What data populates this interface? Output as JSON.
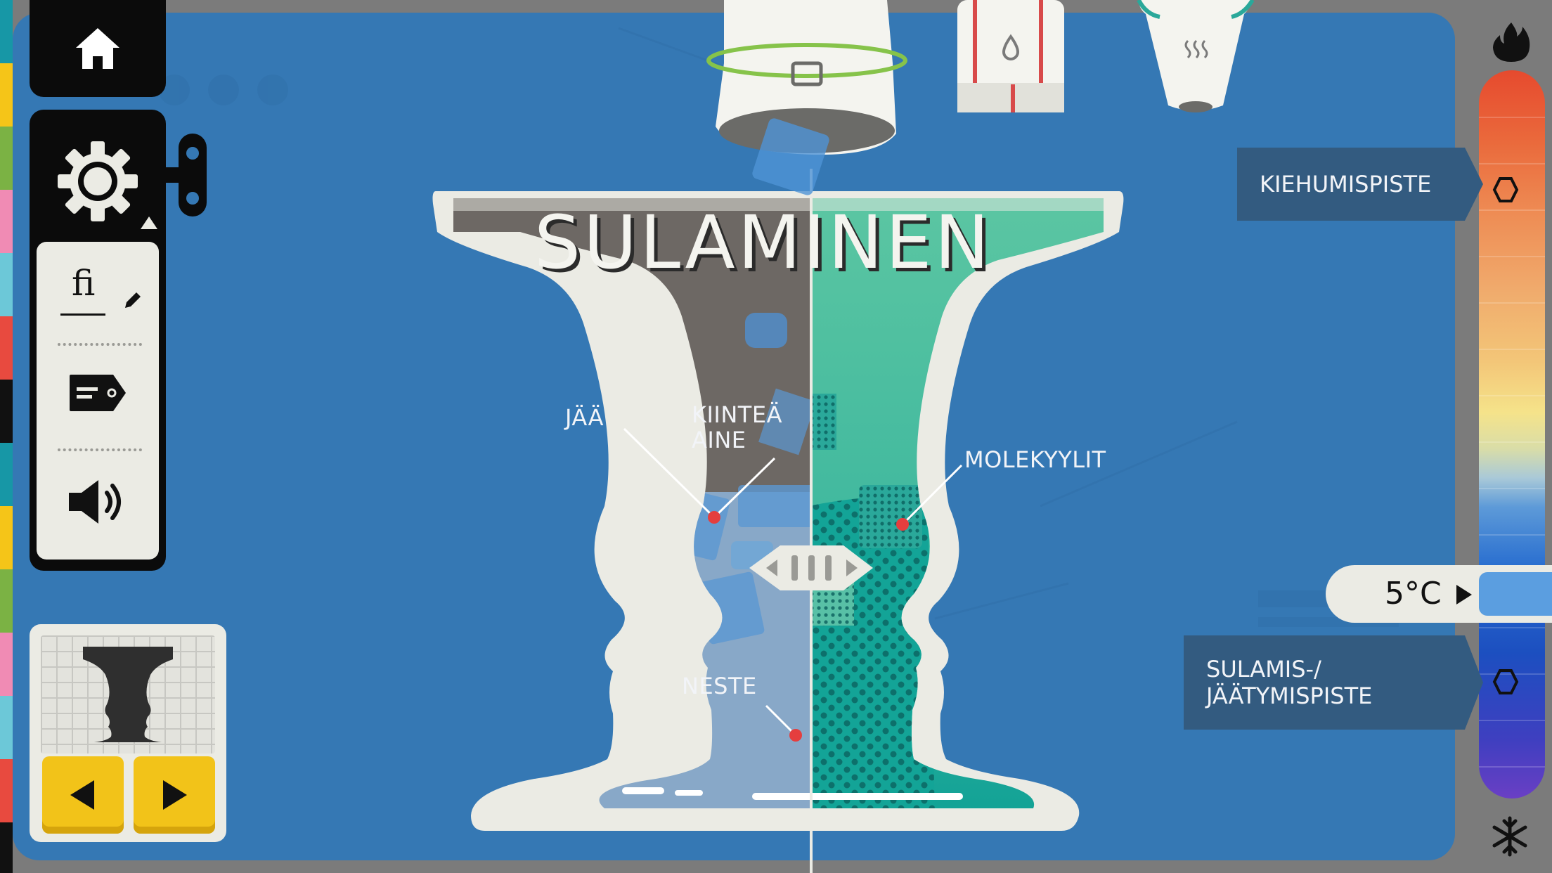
{
  "scene": {
    "title": "SULAMINEN",
    "labels": {
      "ice": "JÄÄ",
      "solid": [
        "KIINTEÄ",
        "AINE"
      ],
      "molecules": "MOLEKYYLIT",
      "liquid": "NESTE"
    }
  },
  "settings": {
    "language_label": "fi"
  },
  "thermometer": {
    "boiling_point_label": "KIEHUMISPISTE",
    "melting_point_label": [
      "SULAMIS-/",
      "JÄÄTYMISPISTE"
    ],
    "current_temperature": "5°C",
    "current_temperature_fraction": 0.5
  },
  "colors": {
    "background": "#3578b4",
    "solid_fill": "#6d6864",
    "liquid_fill": "#88a8c8",
    "molecule_fill_top": "#5cc4a0",
    "molecule_fill_bottom": "#12a296",
    "vase_outline": "#ebebe4",
    "nav_button": "#f2c319",
    "label_panel": "#335b80"
  },
  "icons": [
    "home-icon",
    "gear-icon",
    "pencil-icon",
    "tag-icon",
    "speaker-icon",
    "flame-icon",
    "snowflake-icon",
    "arrow-left-icon",
    "arrow-right-icon"
  ]
}
